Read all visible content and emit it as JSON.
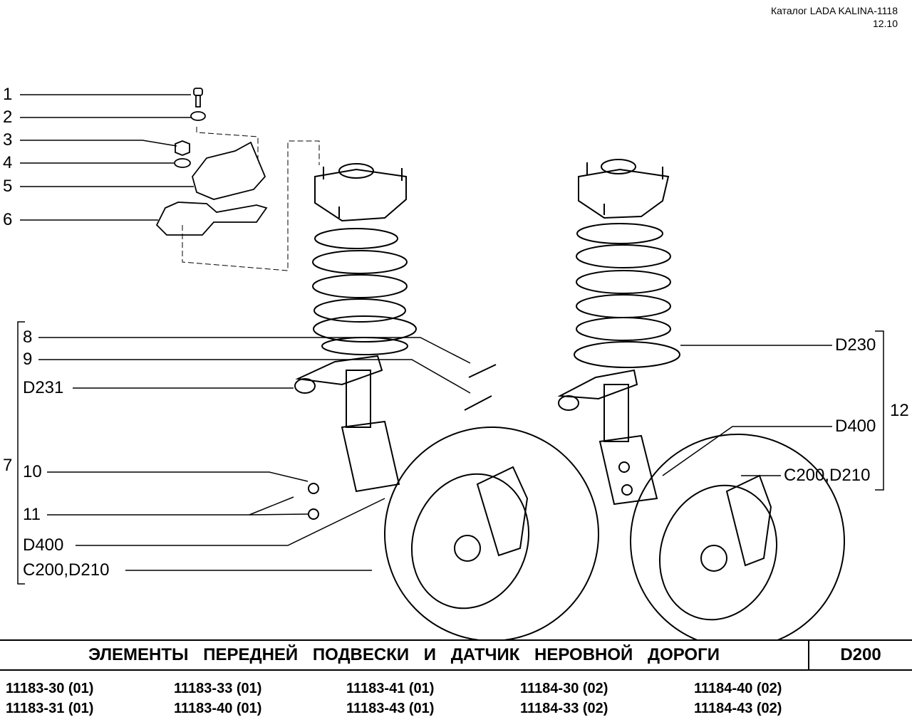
{
  "header": {
    "catalog": "Каталог LADA KALINA-1118",
    "date": "12.10"
  },
  "callouts": {
    "c1": "1",
    "c2": "2",
    "c3": "3",
    "c4": "4",
    "c5": "5",
    "c6": "6",
    "c7": "7",
    "c8": "8",
    "c9": "9",
    "c10": "10",
    "c11": "11",
    "c12": "12",
    "d231": "D231",
    "d400_left": "D400",
    "c200_left": "C200,D210",
    "d230": "D230",
    "d400_right": "D400",
    "c200_right": "C200,D210"
  },
  "footer": {
    "title": "ЭЛЕМЕНТЫ ПЕРЕДНЕЙ ПОДВЕСКИ И ДАТЧИК НЕРОВНОЙ ДОРОГИ",
    "code": "D200"
  },
  "models": [
    [
      "11183-30 (01)",
      "11183-31 (01)"
    ],
    [
      "11183-33 (01)",
      "11183-40 (01)"
    ],
    [
      "11183-41 (01)",
      "11183-43 (01)"
    ],
    [
      "11184-30 (02)",
      "11184-33 (02)"
    ],
    [
      "11184-40 (02)",
      "11184-43 (02)"
    ]
  ]
}
